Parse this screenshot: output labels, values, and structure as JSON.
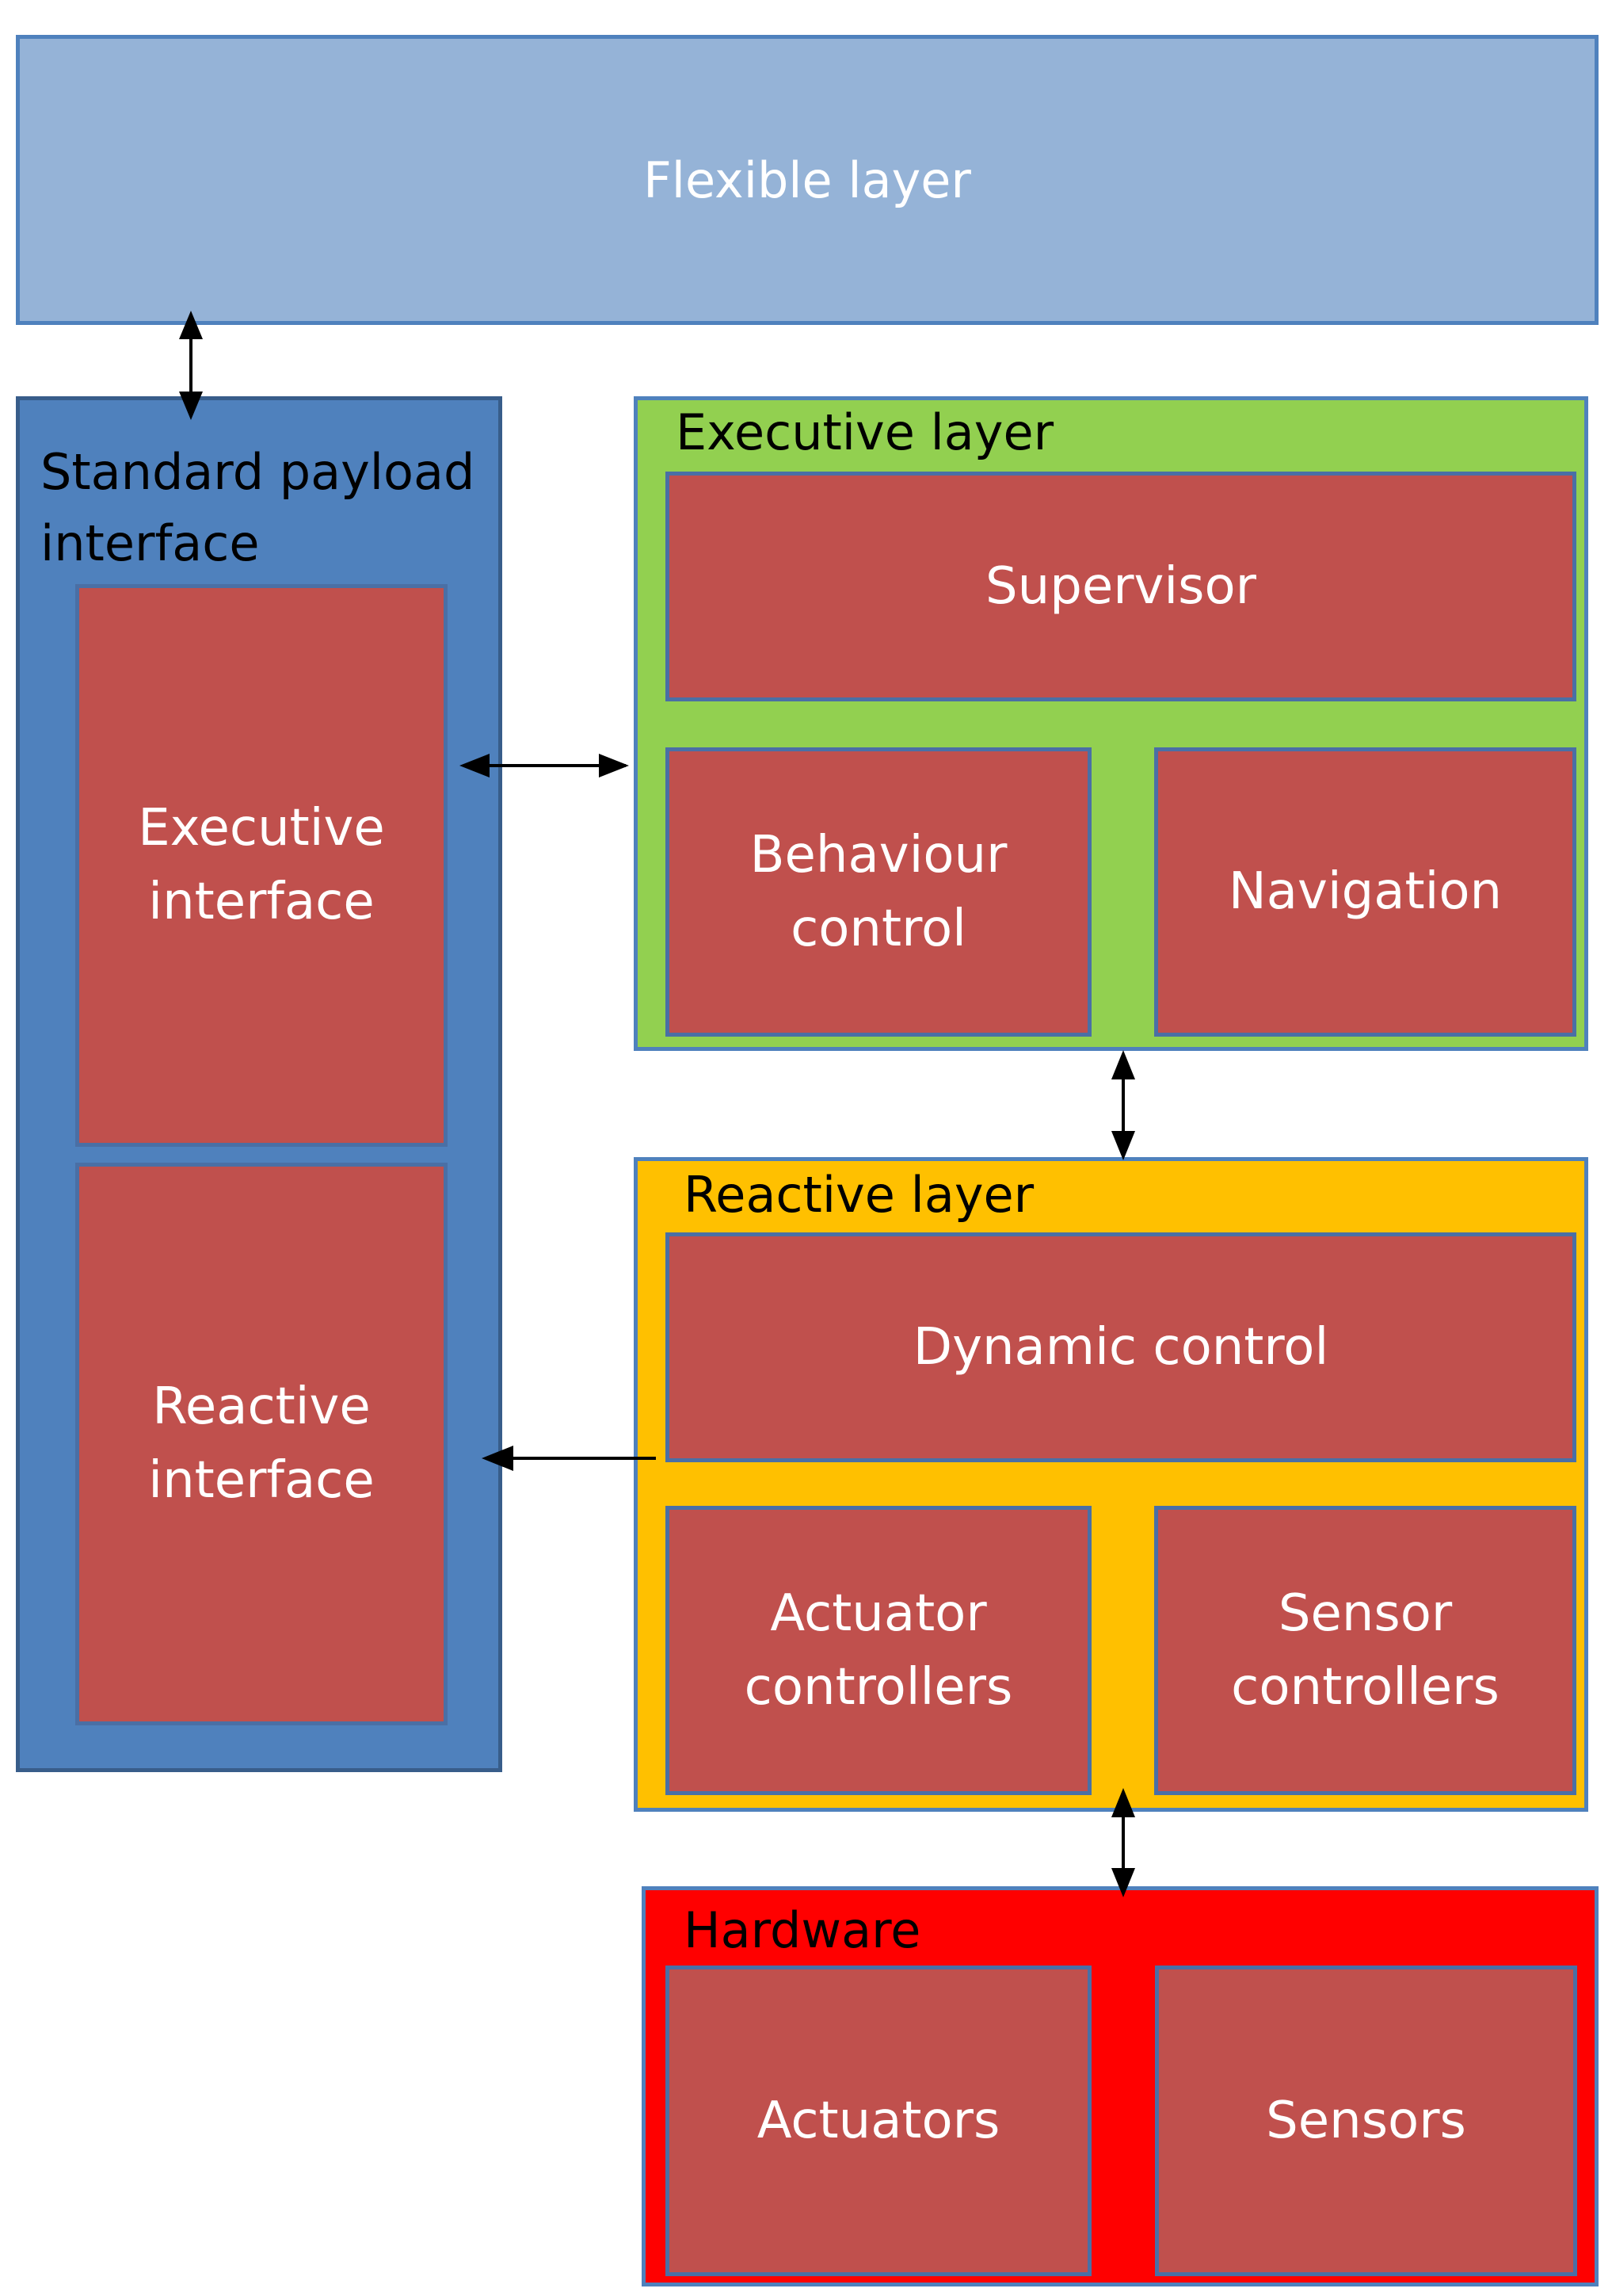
{
  "flexible_layer": {
    "label": "Flexible layer",
    "color": "#95b3d7"
  },
  "payload_interface": {
    "title": "Standard payload\ninterface",
    "color": "#4f81bd",
    "modules": [
      "Executive\ninterface",
      "Reactive\ninterface"
    ]
  },
  "executive_layer": {
    "title": "Executive layer",
    "color": "#92d050",
    "modules": [
      "Supervisor",
      "Behaviour\ncontrol",
      "Navigation"
    ]
  },
  "reactive_layer": {
    "title": "Reactive layer",
    "color": "#ffc000",
    "modules": [
      "Dynamic control",
      "Actuator\ncontrollers",
      "Sensor\ncontrollers"
    ]
  },
  "hardware": {
    "title": "Hardware",
    "color": "#ff0000",
    "modules": [
      "Actuators",
      "Sensors"
    ]
  },
  "module_color": "#c0504d",
  "connections": [
    {
      "from": "Flexible layer",
      "to": "Standard payload interface",
      "type": "bidirectional"
    },
    {
      "from": "Executive interface",
      "to": "Executive layer",
      "type": "bidirectional"
    },
    {
      "from": "Executive layer",
      "to": "Reactive layer",
      "type": "bidirectional"
    },
    {
      "from": "Reactive layer",
      "to": "Reactive interface",
      "type": "unidirectional"
    },
    {
      "from": "Reactive layer",
      "to": "Hardware",
      "type": "bidirectional"
    }
  ]
}
